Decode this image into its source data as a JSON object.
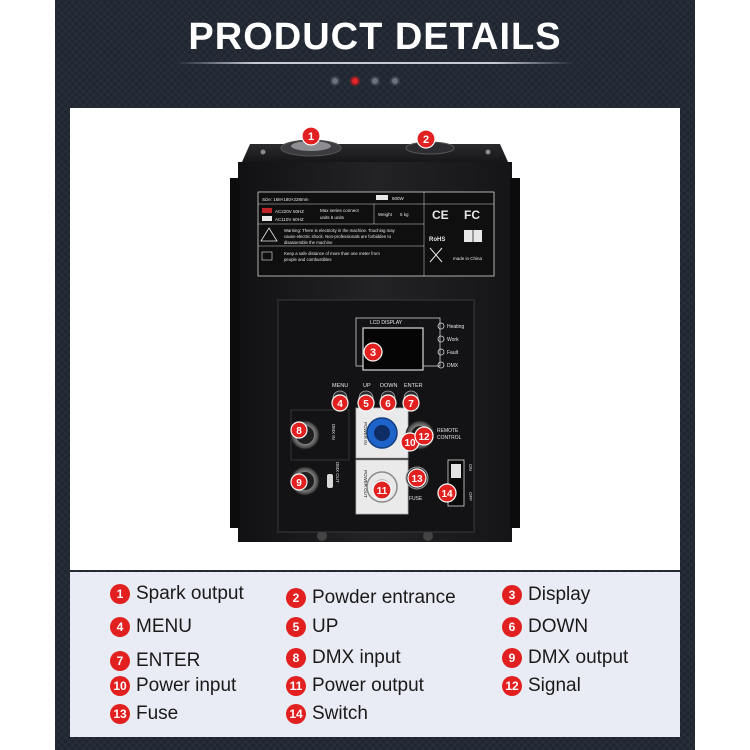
{
  "header": {
    "title": "PRODUCT DETAILS",
    "pager_count": 4,
    "pager_active": 2
  },
  "colors": {
    "background_frame": "#232a35",
    "marker_red": "#e1201f",
    "device_black": "#1c1c1e",
    "legend_bg": "#e9ecf4",
    "connector_blue": "#1e63c9"
  },
  "device": {
    "label_size": "Size: 168×180×228mm",
    "label_voltage_1": "AC220V 50HZ",
    "label_voltage_2": "AC110V 60HZ",
    "label_power": "600W",
    "label_series": "Max series connect",
    "label_units": "units 6 units",
    "label_weight": "Weight",
    "label_weight_value": "5 kg",
    "label_warning_1": "Warning: There is electricity in the machine. Touching may",
    "label_warning_2": "cause electric shock. Non-professionals are forbidden to",
    "label_warning_3": "disassemble the machine",
    "label_distance_1": "Keep a safe distance of more than one meter from",
    "label_distance_2": "people and combustibles",
    "label_ce": "CE",
    "label_fc": "FC",
    "label_rohs": "RoHS",
    "label_made_in": "made in China",
    "lcd_label": "LCD DISPLAY",
    "indicators": [
      "Heating",
      "Work",
      "Fault",
      "DMX"
    ],
    "buttons": [
      "MENU",
      "UP",
      "DOWN",
      "ENTER"
    ],
    "dmx_in_label": "DMX IN",
    "dmx_out_label": "DMX OUT",
    "power_in_label": "POWER IN",
    "power_out_label": "POWER OUT",
    "remote_label_1": "REMOTE",
    "remote_label_2": "CONTROL",
    "fuse_label": "FUSE",
    "on_label": "ON",
    "off_label": "OFF"
  },
  "markers": {
    "m1": "1",
    "m2": "2",
    "m3": "3",
    "m4": "4",
    "m5": "5",
    "m6": "6",
    "m7": "7",
    "m8": "8",
    "m9": "9",
    "m10": "10",
    "m11": "11",
    "m12": "12",
    "m13": "13",
    "m14": "14"
  },
  "legend": [
    {
      "num": "1",
      "label": "Spark output"
    },
    {
      "num": "2",
      "label": "Powder entrance"
    },
    {
      "num": "3",
      "label": "Display"
    },
    {
      "num": "4",
      "label": "MENU"
    },
    {
      "num": "5",
      "label": "UP"
    },
    {
      "num": "6",
      "label": "DOWN"
    },
    {
      "num": "7",
      "label": "ENTER"
    },
    {
      "num": "8",
      "label": "DMX  input"
    },
    {
      "num": "9",
      "label": "DMX output"
    },
    {
      "num": "10",
      "label": "Power input"
    },
    {
      "num": "11",
      "label": "Power output"
    },
    {
      "num": "12",
      "label": "Signal"
    },
    {
      "num": "13",
      "label": "Fuse"
    },
    {
      "num": "14",
      "label": "Switch"
    }
  ]
}
